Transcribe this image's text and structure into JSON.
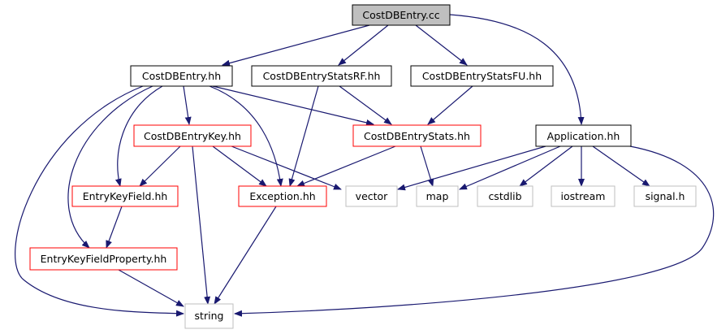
{
  "colors": {
    "edge": "#191970",
    "root_fill": "#bfbfbf",
    "black_border": "#000000",
    "red_border": "#ff0000",
    "gray_border": "#bfbfbf",
    "text": "#000000"
  },
  "nodes": {
    "costdbentry_cc": "CostDBEntry.cc",
    "costdbentry_hh": "CostDBEntry.hh",
    "costdbentrystatsrf_hh": "CostDBEntryStatsRF.hh",
    "costdbentrystatsfu_hh": "CostDBEntryStatsFU.hh",
    "costdbentrykey_hh": "CostDBEntryKey.hh",
    "costdbentrystats_hh": "CostDBEntryStats.hh",
    "application_hh": "Application.hh",
    "entrykeyfield_hh": "EntryKeyField.hh",
    "exception_hh": "Exception.hh",
    "vector": "vector",
    "map": "map",
    "cstdlib": "cstdlib",
    "iostream": "iostream",
    "signal_h": "signal.h",
    "entrykeyfieldproperty_hh": "EntryKeyFieldProperty.hh",
    "string": "string"
  }
}
